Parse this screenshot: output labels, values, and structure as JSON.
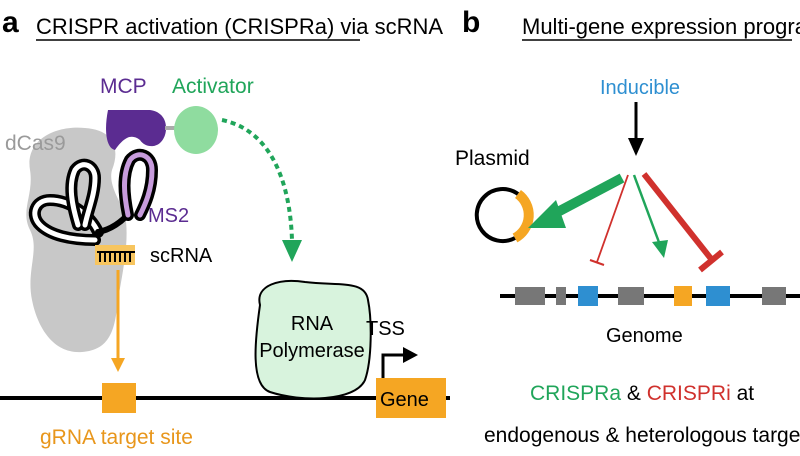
{
  "panel_a": {
    "letter": "a",
    "title": "CRISPR activation (CRISPRa) via scRNA",
    "labels": {
      "mcp": "MCP",
      "activator": "Activator",
      "dcas9": "dCas9",
      "ms2": "MS2",
      "scrna": "scRNA",
      "rna_pol_line1": "RNA",
      "rna_pol_line2": "Polymerase",
      "tss": "TSS",
      "gene": "Gene",
      "grna_target_site": "gRNA target site"
    }
  },
  "panel_b": {
    "letter": "b",
    "title": "Multi-gene expression programs",
    "labels": {
      "inducible": "Inducible",
      "plasmid": "Plasmid",
      "genome": "Genome",
      "crispra": "CRISPRa",
      "amp": " & ",
      "crispri": "CRISPRi",
      "at": " at",
      "bottom_line2": "endogenous & heterologous targets"
    }
  },
  "colors": {
    "purple": "#5b2c91",
    "light_purple": "#c79bdc",
    "green": "#20a55a",
    "light_green": "#8fdc9f",
    "orange": "#f5a623",
    "blue": "#2e8fd1",
    "red": "#d0312d",
    "gray": "#c8c8c8",
    "dark_gray": "#777777"
  }
}
